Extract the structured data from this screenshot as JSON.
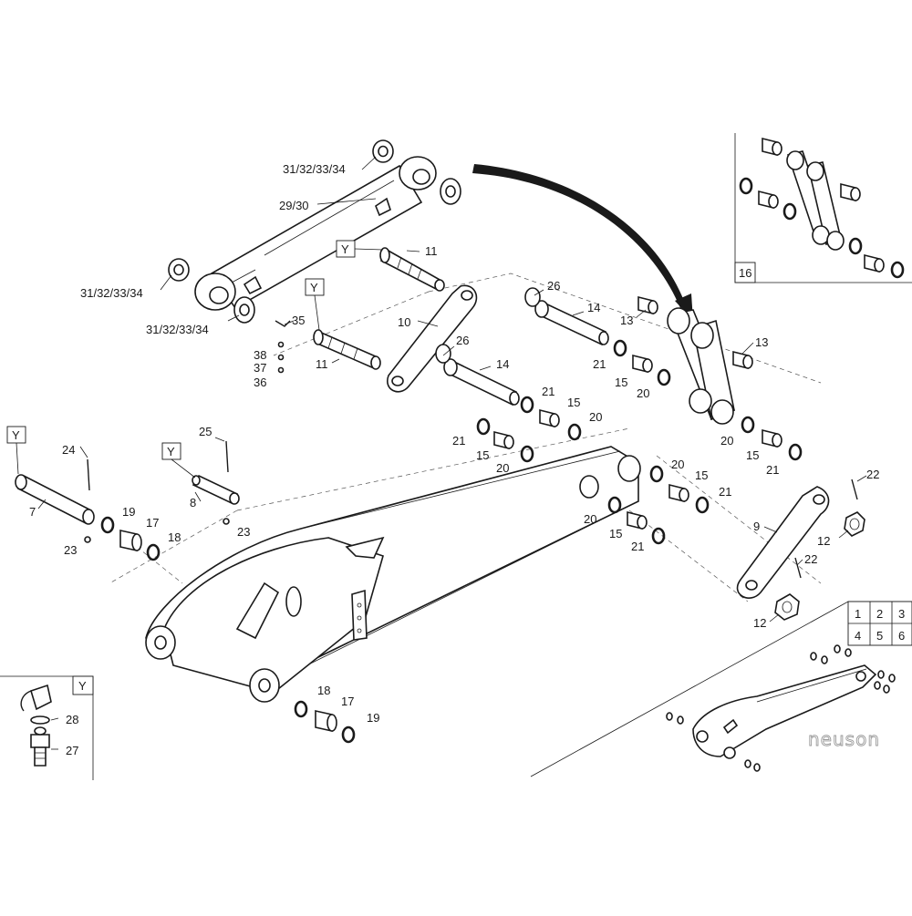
{
  "y_tag": "Y",
  "brand": "neuson",
  "inset_label": "16",
  "page_grid": [
    "1",
    "2",
    "3",
    "4",
    "5",
    "6"
  ],
  "callouts": {
    "c31a": "31/32/33/34",
    "c31b": "31/32/33/34",
    "c31c": "31/32/33/34",
    "c29": "29/30",
    "c11a": "11",
    "c11b": "11",
    "c35": "35",
    "c38": "38",
    "c37": "37",
    "c36": "36",
    "c10": "10",
    "c26a": "26",
    "c26b": "26",
    "c14a": "14",
    "c14b": "14",
    "c13a": "13",
    "c13b": "13",
    "c21a": "21",
    "c15a": "15",
    "c20a": "20",
    "c21b": "21",
    "c15b": "15",
    "c20b": "20",
    "c21c": "21",
    "c15c": "15",
    "c20c": "20",
    "c20d": "20",
    "c15d": "15",
    "c21d": "21",
    "c20e": "20",
    "c15e": "15",
    "c21e": "21",
    "c20f": "20",
    "c15f": "15",
    "c21f": "21",
    "c22a": "22",
    "c22b": "22",
    "c9": "9",
    "c12a": "12",
    "c12b": "12",
    "c24": "24",
    "c25": "25",
    "c7": "7",
    "c8": "8",
    "c19a": "19",
    "c17a": "17",
    "c18a": "18",
    "c23a": "23",
    "c23b": "23",
    "c18b": "18",
    "c17b": "17",
    "c19b": "19",
    "c28": "28",
    "c27": "27"
  }
}
